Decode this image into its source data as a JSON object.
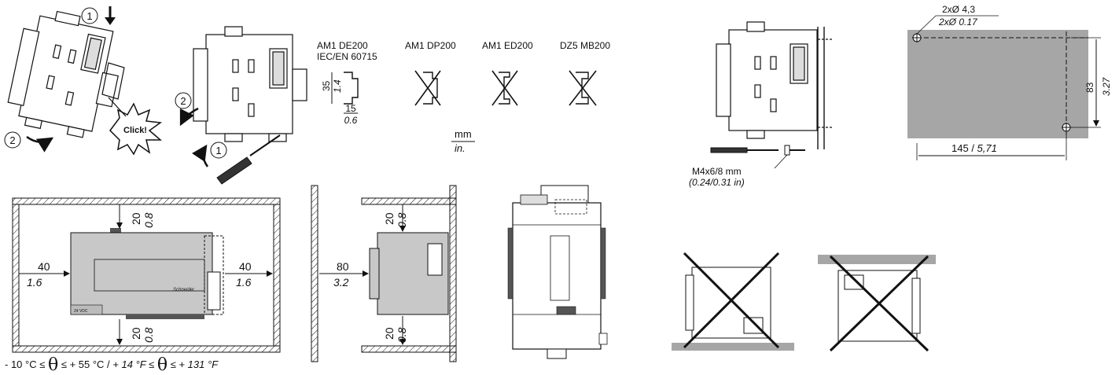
{
  "steps": {
    "one": "1",
    "two": "2"
  },
  "click_label": "Click!",
  "rails": {
    "de200": "AM1 DE200",
    "de200_std": "IEC/EN 60715",
    "dp200": "AM1 DP200",
    "ed200": "AM1 ED200",
    "mb200": "DZ5 MB200",
    "dim_h_mm": "35",
    "dim_h_in": "1.4",
    "dim_d_mm": "15",
    "dim_d_in": "0.6"
  },
  "units": {
    "mm": "mm",
    "in": "in."
  },
  "screw": {
    "spec_mm": "M4x6/8 mm",
    "spec_in": "(0.24/0.31 in)"
  },
  "holes": {
    "hole_mm": "2xØ 4,3",
    "hole_in": "2xØ 0.17",
    "height_mm": "83",
    "height_in": "3.27",
    "width_mm": "145",
    "width_in": "5,71",
    "width_sep": " / "
  },
  "clearance": {
    "top_mm": "20",
    "top_in": "0.8",
    "side_mm": "40",
    "side_in": "1.6",
    "front_mm": "80",
    "front_in": "3.2"
  },
  "temperature": {
    "prefix": "- 10 °C ≤ ",
    "theta": "θ",
    "mid_c": " ≤ + 55 °C / ",
    "low_f": "+ 14 °F ≤ ",
    "high_f": " ≤ + 131 °F"
  },
  "device": {
    "brand": "Schneider",
    "supply": "24 VDC"
  },
  "colors": {
    "panel_gray": "#a6a6a6",
    "device_gray": "#c8c8c8",
    "line": "#111111"
  }
}
